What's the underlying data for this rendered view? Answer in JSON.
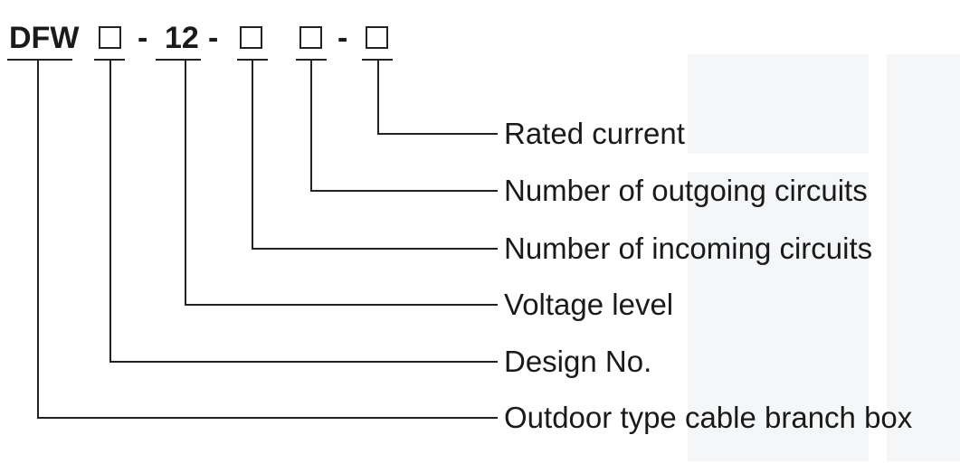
{
  "code": {
    "prefix": "DFW",
    "separator": "-",
    "voltage": "12"
  },
  "labels": {
    "rated_current": "Rated current",
    "outgoing_circuits": "Number of outgoing circuits",
    "incoming_circuits": "Number of incoming circuits",
    "voltage_level": "Voltage level",
    "design_no": "Design No.",
    "box_type": "Outdoor type cable branch box"
  },
  "colors": {
    "line": "#222222",
    "text": "#1a1a1a",
    "background": "#ffffff"
  }
}
